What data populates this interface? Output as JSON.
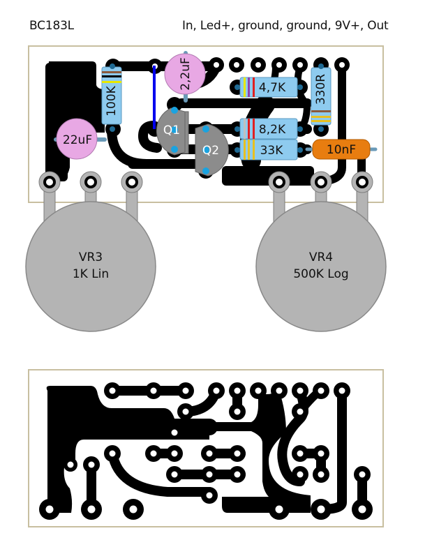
{
  "header": {
    "transistor_type": "BC183L",
    "connections": "In, Led+, ground, ground, 9V+, Out"
  },
  "components": {
    "resistors": [
      {
        "id": "r-100k",
        "label": "100K",
        "bands": [
          "#8b5a3c",
          "#000000",
          "#e8e800"
        ]
      },
      {
        "id": "r-4k7",
        "label": "4,7K",
        "bands": [
          "#e8e800",
          "#8e44ad",
          "#e02020"
        ]
      },
      {
        "id": "r-330r",
        "label": "330R",
        "bands": [
          "#8b5a3c",
          "#e8c020",
          "#e8c020"
        ]
      },
      {
        "id": "r-8k2",
        "label": "8,2K",
        "bands": [
          "#c0c0c0",
          "#e02020",
          "#e02020"
        ]
      },
      {
        "id": "r-33k",
        "label": "33K",
        "bands": [
          "#e8c020",
          "#e8c020",
          "#e8c020"
        ]
      }
    ],
    "capacitors": [
      {
        "id": "c-22uf",
        "label": "22uF",
        "type": "electrolytic"
      },
      {
        "id": "c-2u2",
        "label": "2,2uF",
        "type": "electrolytic"
      },
      {
        "id": "c-10nf",
        "label": "10nF",
        "type": "film"
      }
    ],
    "transistors": [
      {
        "id": "q1",
        "label": "Q1"
      },
      {
        "id": "q2",
        "label": "Q2"
      }
    ],
    "potentiometers": [
      {
        "id": "vr3",
        "name": "VR3",
        "value": "1K Lin"
      },
      {
        "id": "vr4",
        "name": "VR4",
        "value": "500K Log"
      }
    ]
  },
  "colors": {
    "board_border": "#c8bfa0",
    "trace": "#000000",
    "resistor_body": "#8ecbef",
    "electrolytic_body": "#e8a8e4",
    "film_cap_body": "#e87d10",
    "transistor_body": "#8c8c8c",
    "pot_body": "#b4b4b4",
    "jumper": "#0000ee",
    "pin": "#1aa3e0"
  }
}
